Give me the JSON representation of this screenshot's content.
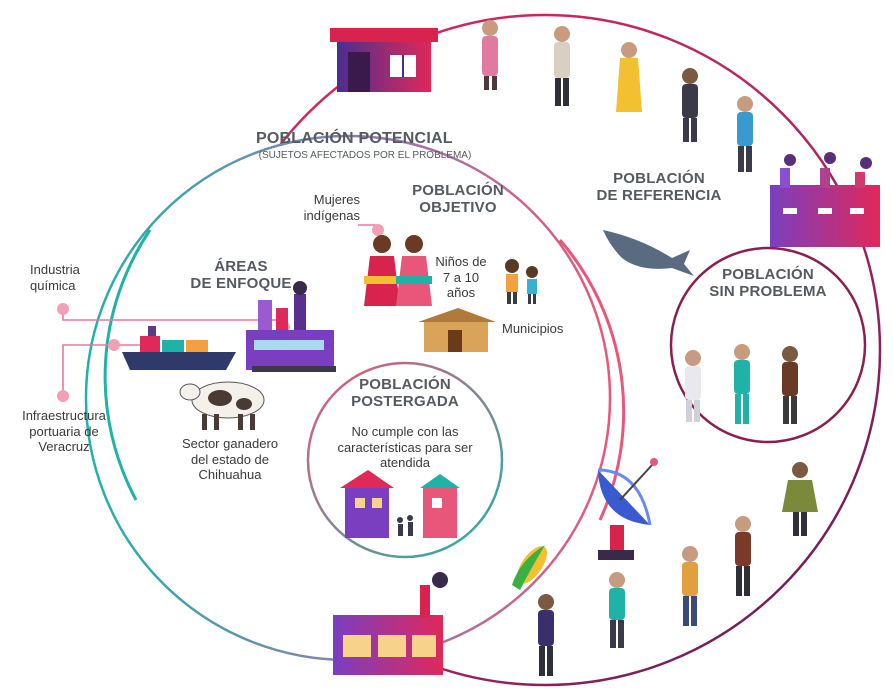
{
  "diagram": {
    "colors": {
      "outer_ring_start": "#d8234f",
      "outer_ring_end": "#5a1a52",
      "teal": "#1fb3a8",
      "pink": "#e8577a",
      "purple": "#8a2a6a",
      "violet": "#4a2f8f",
      "text": "#3a3a3a",
      "title": "#555a60"
    },
    "icons": [
      "house-icon",
      "factory-icon",
      "person-icon",
      "indigenous-women-icon",
      "children-icon",
      "hut-icon",
      "ship-icon",
      "industrial-plant-icon",
      "cow-icon",
      "town-houses-icon",
      "whale-icon",
      "satellite-dish-icon",
      "corn-icon"
    ]
  },
  "referencia": {
    "title_line1": "POBLACIÓN",
    "title_line2": "DE REFERENCIA"
  },
  "potencial": {
    "title": "POBLACIÓN POTENCIAL",
    "subtitle": "(SUJETOS AFECTADOS POR EL PROBLEMA)"
  },
  "objetivo": {
    "title_line1": "POBLACIÓN",
    "title_line2": "OBJETIVO",
    "mujeres_line1": "Mujeres",
    "mujeres_line2": "indígenas",
    "ninos_line1": "Niños de",
    "ninos_line2": "7 a 10",
    "ninos_line3": "años",
    "municipios": "Municipios"
  },
  "areas": {
    "title_line1": "ÁREAS",
    "title_line2": "DE ENFOQUE",
    "industria_line1": "Industria",
    "industria_line2": "química",
    "infra_line1": "Infraestructura",
    "infra_line2": "portuaria de",
    "infra_line3": "Veracruz",
    "sector_line1": "Sector ganadero",
    "sector_line2": "del estado de",
    "sector_line3": "Chihuahua"
  },
  "postergada": {
    "title_line1": "POBLACIÓN",
    "title_line2": "POSTERGADA",
    "desc_line1": "No cumple con las",
    "desc_line2": "características para ser",
    "desc_line3": "atendida"
  },
  "sin_problema": {
    "title_line1": "POBLACIÓN",
    "title_line2": "SIN PROBLEMA"
  }
}
